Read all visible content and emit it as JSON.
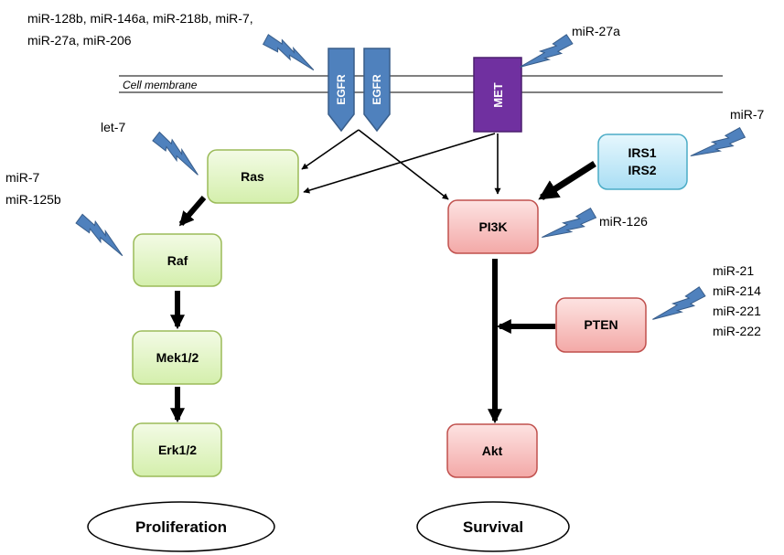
{
  "membrane": {
    "label": "Cell membrane"
  },
  "receptors": {
    "egfr_1": "EGFR",
    "egfr_2": "EGFR",
    "met": "MET"
  },
  "nodes": {
    "ras": "Ras",
    "raf": "Raf",
    "mek": "Mek1/2",
    "erk": "Erk1/2",
    "pi3k": "PI3K",
    "akt": "Akt",
    "irs_line1": "IRS1",
    "irs_line2": "IRS2",
    "pten": "PTEN"
  },
  "outcomes": {
    "proliferation": "Proliferation",
    "survival": "Survival"
  },
  "mirna": {
    "egfr_line1": "miR-128b, miR-146a, miR-218b, miR-7,",
    "egfr_line2": "miR-27a, miR-206",
    "met": "miR-27a",
    "ras": "let-7",
    "raf_line1": "miR-7",
    "raf_line2": "miR-125b",
    "irs": "miR-7",
    "pi3k": "miR-126",
    "pten_line1": "miR-21",
    "pten_line2": "miR-214",
    "pten_line3": "miR-221",
    "pten_line4": "miR-222"
  },
  "colors": {
    "egfr_fill": "#4f81bd",
    "egfr_stroke": "#385d8a",
    "met_fill": "#7030a0",
    "green_fill": "#e2f5c4",
    "green_stroke": "#9bbb59",
    "pink_fill": "#f9c6c4",
    "pink_stroke": "#c0504d",
    "blue_fill": "#c6eaf8",
    "blue_stroke": "#4bacc6",
    "bolt_fill": "#4f81bd",
    "bolt_stroke": "#385d8a"
  },
  "icons": {
    "mirna_inhibition": "lightning-bolt-icon"
  }
}
